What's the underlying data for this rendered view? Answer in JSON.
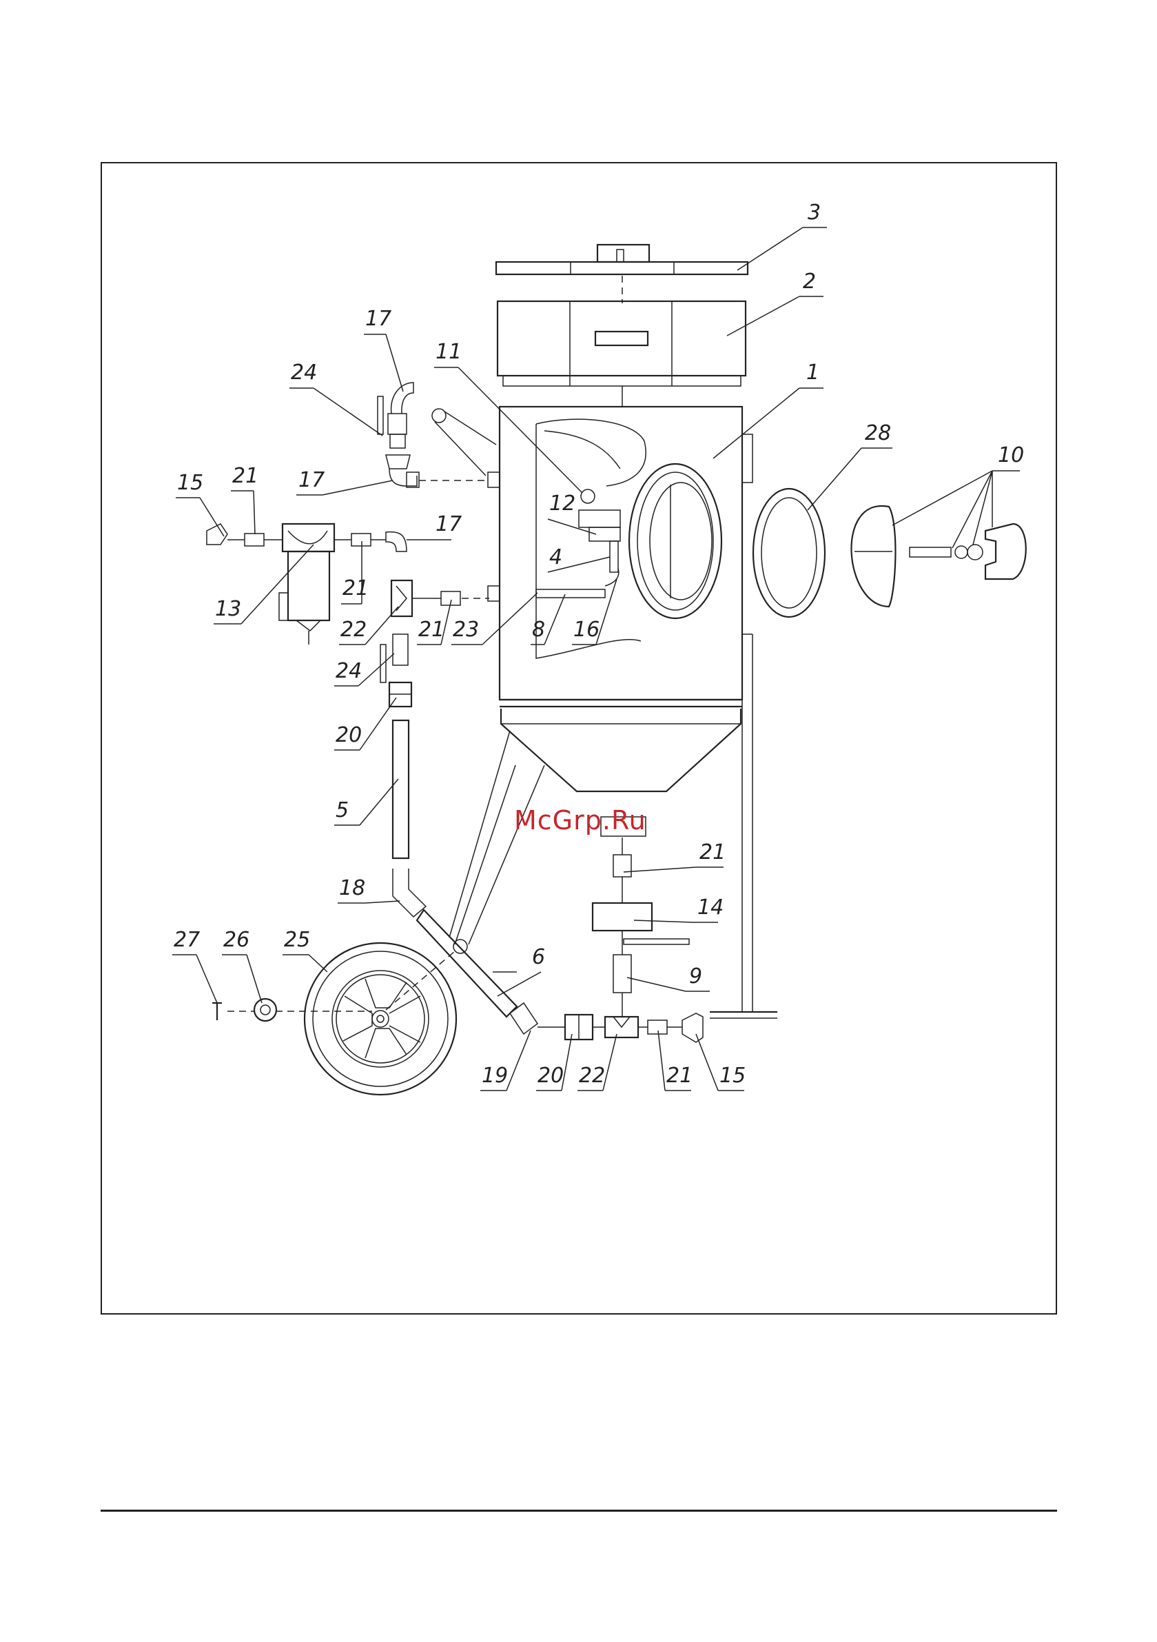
{
  "watermark": {
    "text": "McGrp.Ru",
    "color": "#c8242b"
  },
  "callouts": [
    {
      "id": "c3",
      "text": "3"
    },
    {
      "id": "c2",
      "text": "2"
    },
    {
      "id": "c1",
      "text": "1"
    },
    {
      "id": "c28",
      "text": "28"
    },
    {
      "id": "c10",
      "text": "10"
    },
    {
      "id": "c17a",
      "text": "17"
    },
    {
      "id": "c24a",
      "text": "24"
    },
    {
      "id": "c11",
      "text": "11"
    },
    {
      "id": "c17b",
      "text": "17"
    },
    {
      "id": "c15a",
      "text": "15"
    },
    {
      "id": "c21a",
      "text": "21"
    },
    {
      "id": "c17c",
      "text": "17"
    },
    {
      "id": "c12",
      "text": "12"
    },
    {
      "id": "c4",
      "text": "4"
    },
    {
      "id": "c13",
      "text": "13"
    },
    {
      "id": "c21b",
      "text": "21"
    },
    {
      "id": "c22a",
      "text": "22"
    },
    {
      "id": "c21c",
      "text": "21"
    },
    {
      "id": "c23",
      "text": "23"
    },
    {
      "id": "c8",
      "text": "8"
    },
    {
      "id": "c16",
      "text": "16"
    },
    {
      "id": "c24b",
      "text": "24"
    },
    {
      "id": "c20a",
      "text": "20"
    },
    {
      "id": "c5",
      "text": "5"
    },
    {
      "id": "c21d",
      "text": "21"
    },
    {
      "id": "c14",
      "text": "14"
    },
    {
      "id": "c18",
      "text": "18"
    },
    {
      "id": "c27",
      "text": "27"
    },
    {
      "id": "c26",
      "text": "26"
    },
    {
      "id": "c25",
      "text": "25"
    },
    {
      "id": "c6",
      "text": "6"
    },
    {
      "id": "c9",
      "text": "9"
    },
    {
      "id": "c19",
      "text": "19"
    },
    {
      "id": "c20b",
      "text": "20"
    },
    {
      "id": "c22b",
      "text": "22"
    },
    {
      "id": "c21e",
      "text": "21"
    },
    {
      "id": "c15b",
      "text": "15"
    }
  ]
}
